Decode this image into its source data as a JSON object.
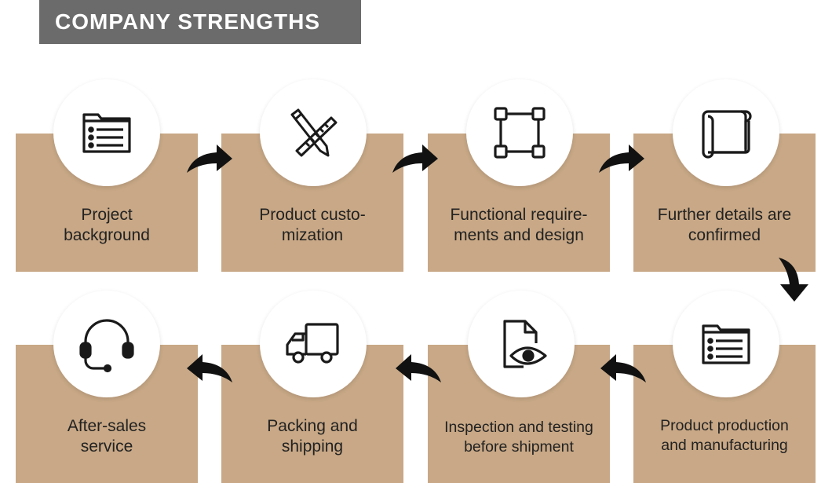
{
  "header": {
    "title": "COMPANY STRENGTHS"
  },
  "steps": [
    {
      "label": "Project\nbackground",
      "icon": "folder-list-icon"
    },
    {
      "label": "Product custo-\nmization",
      "icon": "pencil-ruler-icon"
    },
    {
      "label": "Functional requir­ements and design",
      "icon": "vector-shape-icon"
    },
    {
      "label": "Further details are\nconfirmed",
      "icon": "scroll-icon"
    },
    {
      "label": "Product production\nand manufacturing",
      "icon": "folder-list-icon"
    },
    {
      "label": "Inspection and testing\nbefore shipment",
      "icon": "document-eye-icon"
    },
    {
      "label": "Packing and\nshipping",
      "icon": "truck-icon"
    },
    {
      "label": "After-sales\nservice",
      "icon": "headset-icon"
    }
  ],
  "colors": {
    "box": "#c8a886",
    "title_bg": "#6b6b6b",
    "arrow": "#111111"
  }
}
